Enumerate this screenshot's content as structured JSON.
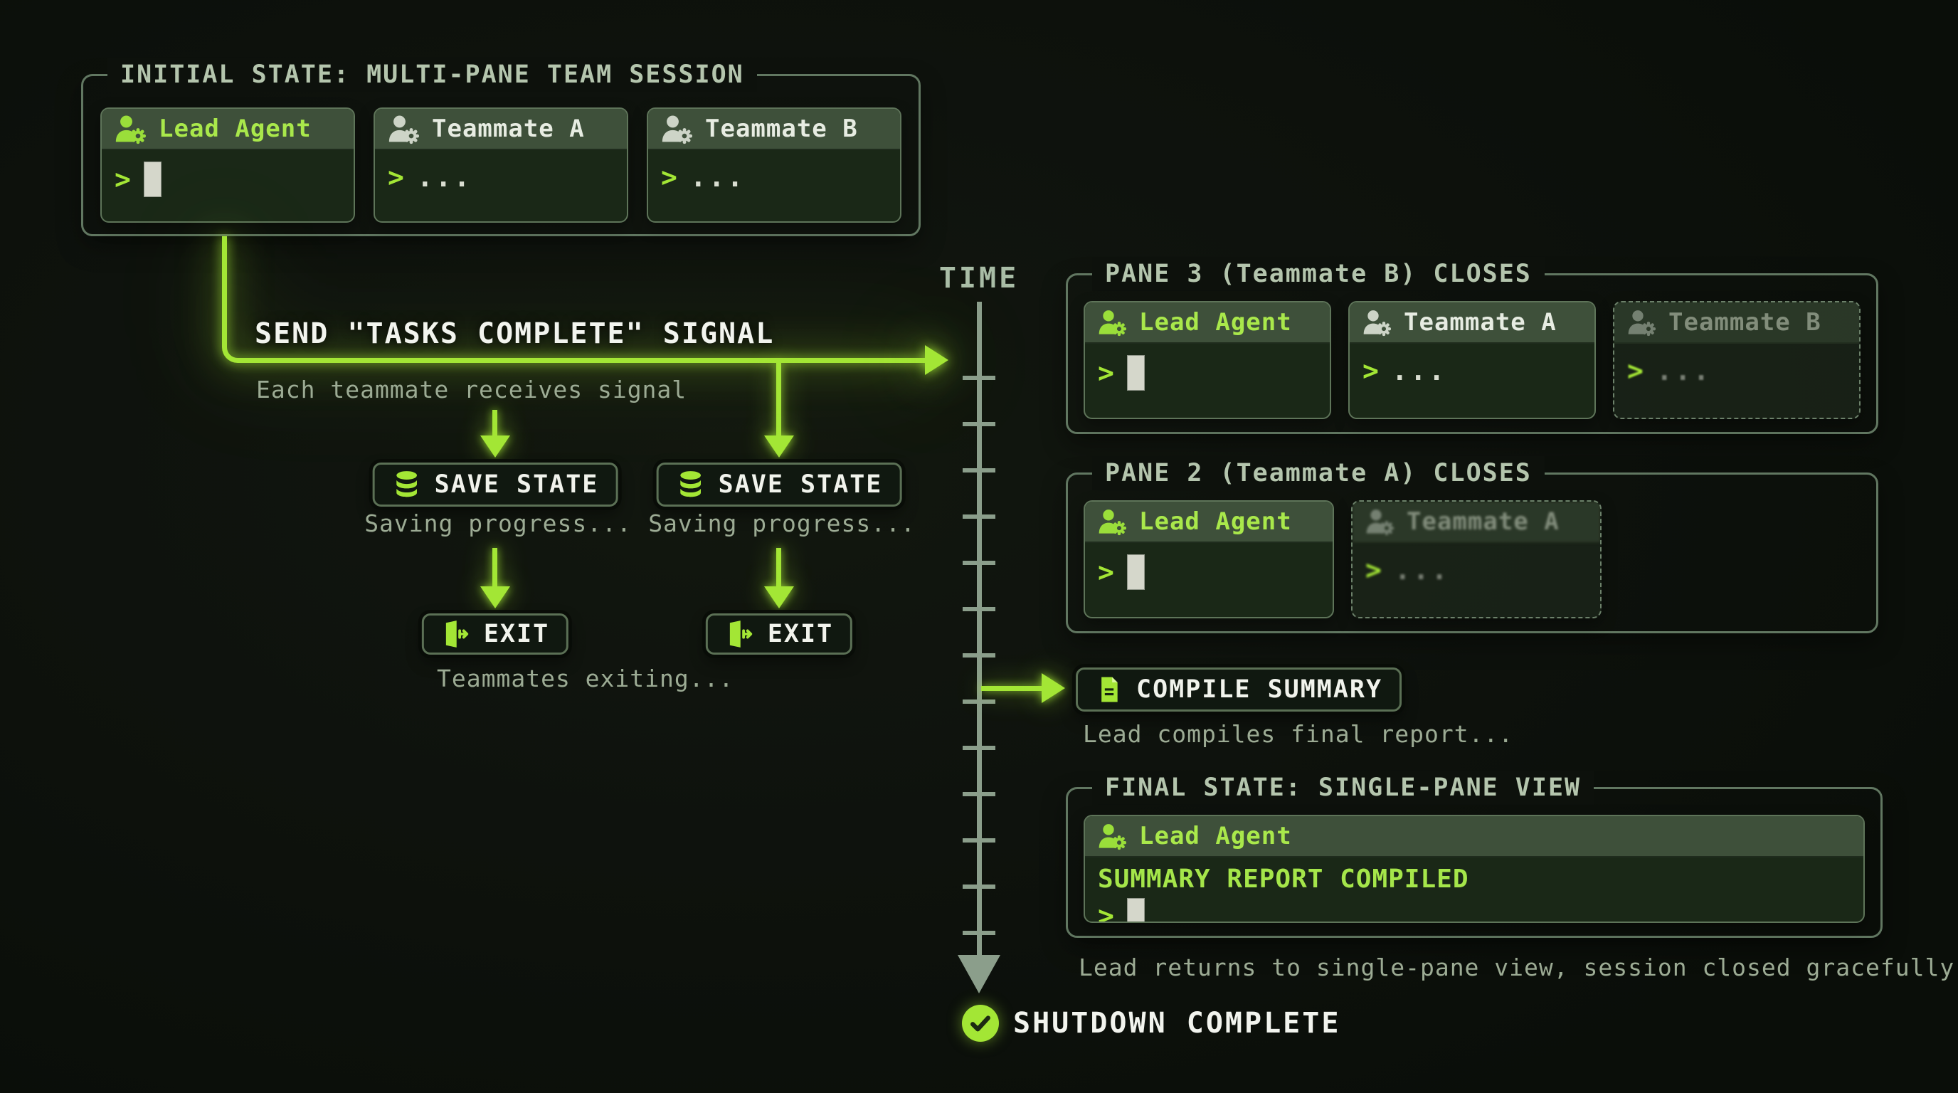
{
  "colors": {
    "accent_lime": "#a3e635",
    "lead_text": "#a9e84b",
    "teammate_text": "#e7ece2",
    "frame_border": "#617761",
    "frame_title": "#b4c5ad",
    "caption": "#9cab94",
    "axis": "#8b9e8b",
    "background": "#0e120d"
  },
  "terminal": {
    "prompt": ">",
    "dots": "..."
  },
  "initial_box": {
    "title": "INITIAL STATE: MULTI-PANE TEAM SESSION",
    "panes": [
      {
        "name": "Lead Agent"
      },
      {
        "name": "Teammate A"
      },
      {
        "name": "Teammate B"
      }
    ]
  },
  "signal": {
    "label": "SEND \"TASKS COMPLETE\" SIGNAL",
    "caption": "Each teammate receives signal"
  },
  "branches": {
    "save_label": "SAVE STATE",
    "save_caption": "Saving progress...",
    "exit_label": "EXIT",
    "exit_caption": "Teammates exiting..."
  },
  "timeline": {
    "label": "TIME"
  },
  "pane3_box": {
    "title": "PANE 3 (Teammate B) CLOSES",
    "panes": [
      {
        "name": "Lead Agent"
      },
      {
        "name": "Teammate A"
      },
      {
        "name": "Teammate B"
      }
    ]
  },
  "pane2_box": {
    "title": "PANE 2 (Teammate A) CLOSES",
    "panes": [
      {
        "name": "Lead Agent"
      },
      {
        "name": "Teammate A"
      }
    ]
  },
  "compile": {
    "label": "COMPILE SUMMARY",
    "caption": "Lead compiles final report..."
  },
  "final_box": {
    "title": "FINAL STATE: SINGLE-PANE VIEW",
    "pane": {
      "name": "Lead Agent",
      "line1": "SUMMARY REPORT COMPILED"
    },
    "caption": "Lead returns to single-pane view, session closed gracefully"
  },
  "shutdown": {
    "label": "SHUTDOWN COMPLETE"
  }
}
